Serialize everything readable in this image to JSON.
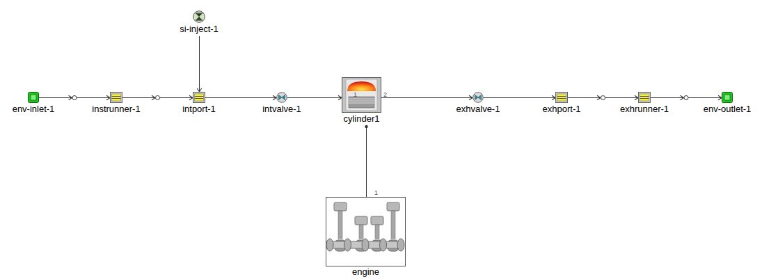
{
  "diagram": {
    "nodes": [
      {
        "text": [
          "si-inject-1"
        ]
      },
      {
        "text": [
          "env-inlet-1"
        ]
      },
      {
        "text": [
          "instrunner-1"
        ]
      },
      {
        "text": [
          "intport-1"
        ]
      },
      {
        "text": [
          "intvalve-1"
        ]
      },
      {
        "text": [
          "cylinder1"
        ]
      },
      {
        "text": [
          "exhvalve-1"
        ]
      },
      {
        "text": [
          "exhport-1"
        ]
      },
      {
        "text": [
          "exhrunner-1"
        ]
      },
      {
        "text": [
          "env-outlet-1"
        ]
      },
      {
        "text": [
          "engine"
        ]
      }
    ],
    "edges": [
      {
        "from": 1,
        "to": 2,
        "arrow": "to"
      },
      {
        "from": 2,
        "to": 3,
        "arrow": "to"
      },
      {
        "from": 0,
        "to": 3,
        "arrow": "to"
      },
      {
        "from": 3,
        "to": 4,
        "arrow": "to"
      },
      {
        "from": 4,
        "to": 5,
        "arrow": "to"
      },
      {
        "from": 5,
        "to": 6,
        "arrow": "to"
      },
      {
        "from": 6,
        "to": 7,
        "arrow": "to"
      },
      {
        "from": 7,
        "to": 8,
        "arrow": "to"
      },
      {
        "from": 8,
        "to": 9,
        "arrow": "to"
      },
      {
        "from": 5,
        "to": 10,
        "arrow": "none"
      }
    ],
    "labels": [
      "1",
      "2",
      "1"
    ]
  }
}
